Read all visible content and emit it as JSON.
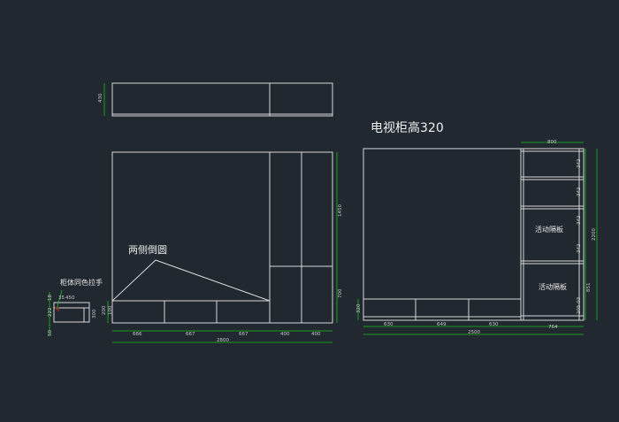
{
  "labels": {
    "tv_cabinet_height": "电视柜高320",
    "both_sides_rounded": "两侧倒圆",
    "same_color_handle": "柜体同色拉手",
    "movable_shelf_1": "活动隔板",
    "movable_shelf_2": "活动隔板"
  },
  "dims": {
    "top_view_depth": "430",
    "left_widths": [
      "666",
      "667",
      "667",
      "400",
      "400"
    ],
    "left_total": "2800",
    "left_upper_height": "1450",
    "left_lower_height": "700",
    "left_base_a": "200",
    "left_base_b": "100",
    "side_dims": [
      "18",
      "35",
      "450",
      "222",
      "300",
      "50"
    ],
    "right_widths": [
      "630",
      "649",
      "630"
    ],
    "right_shelf_width": "764",
    "right_total": "2500",
    "right_top_width": "800",
    "right_tv_height": "320",
    "right_shelf_heights": [
      "342",
      "342",
      "342",
      "342"
    ],
    "right_total_height": "2200",
    "right_lower_height": "851",
    "right_base": "205.03"
  }
}
